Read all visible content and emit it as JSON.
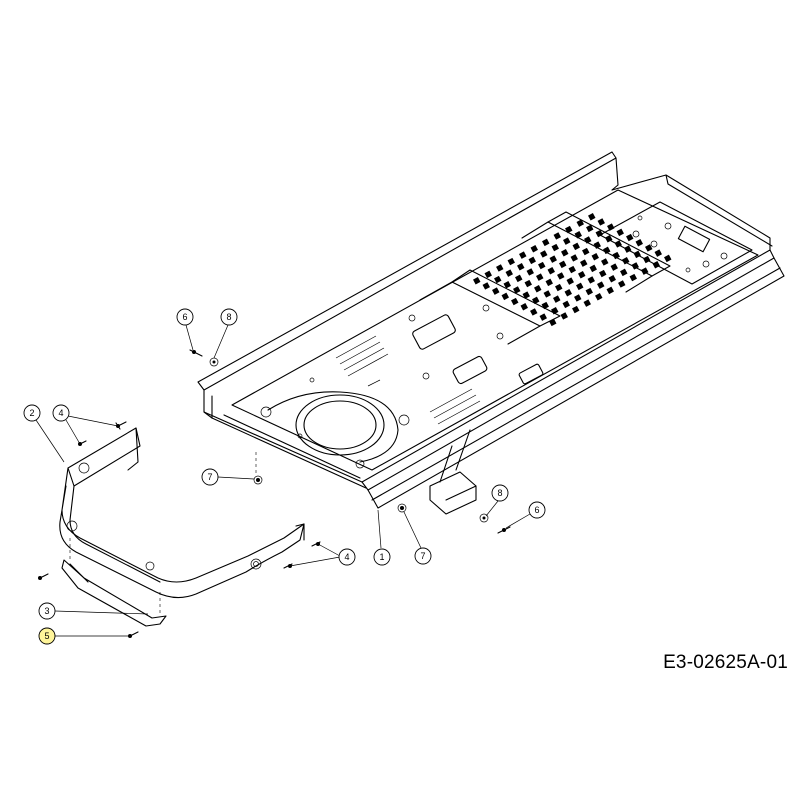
{
  "diagram": {
    "drawing_code": "E3-02625A-01",
    "callouts": [
      {
        "label": "1",
        "highlighted": false
      },
      {
        "label": "2",
        "highlighted": false
      },
      {
        "label": "3",
        "highlighted": false
      },
      {
        "label": "4",
        "highlighted": false
      },
      {
        "label": "4",
        "highlighted": false
      },
      {
        "label": "5",
        "highlighted": true
      },
      {
        "label": "6",
        "highlighted": false
      },
      {
        "label": "6",
        "highlighted": false
      },
      {
        "label": "7",
        "highlighted": false
      },
      {
        "label": "7",
        "highlighted": false
      },
      {
        "label": "8",
        "highlighted": false
      },
      {
        "label": "8",
        "highlighted": false
      }
    ],
    "colors": {
      "line": "#000000",
      "background": "#ffffff",
      "highlight": "#fff59a"
    }
  }
}
